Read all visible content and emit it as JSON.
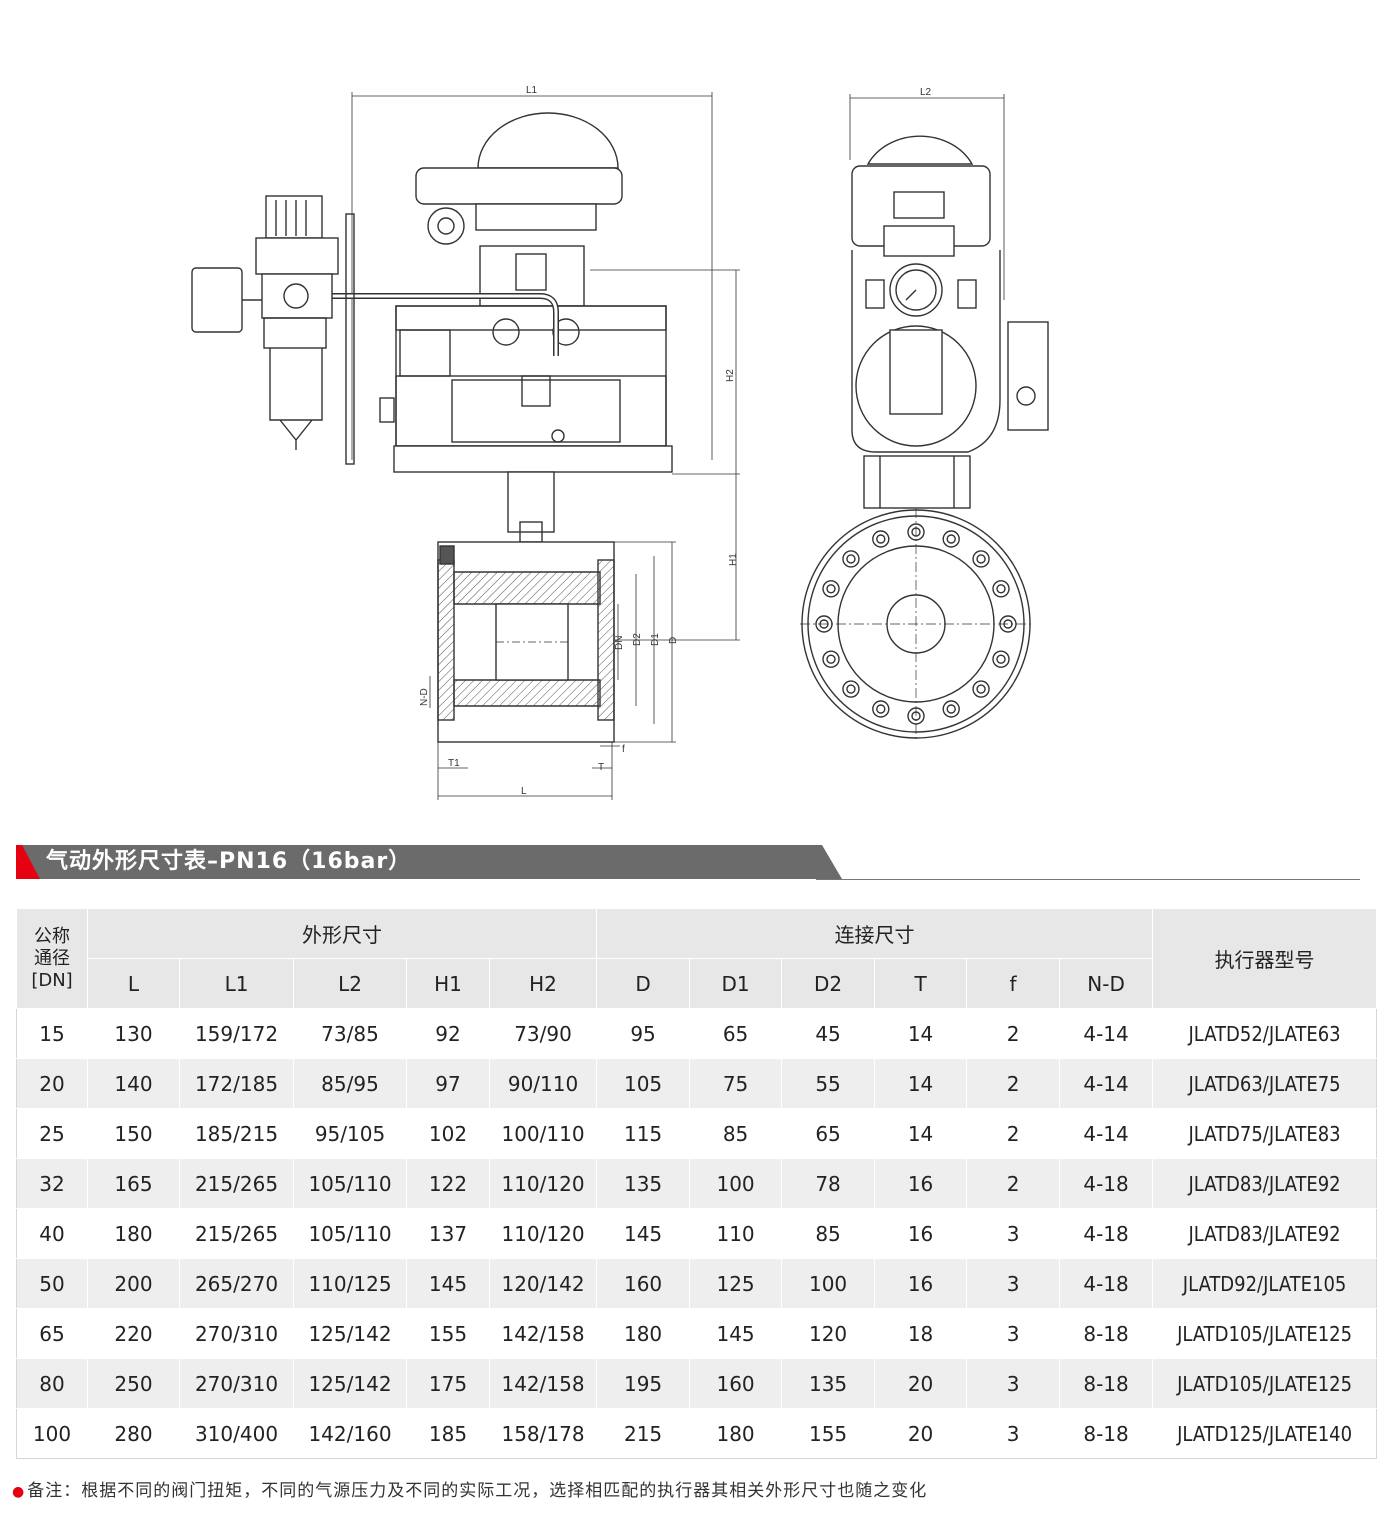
{
  "drawing": {
    "front_labels": {
      "L1": "L1",
      "H2": "H2",
      "H1": "H1",
      "DN": "DN",
      "D2": "D2",
      "D1": "D1",
      "D": "D",
      "ND": "N-D",
      "f": "f",
      "T1": "T1",
      "T": "T",
      "L": "L"
    },
    "side_labels": {
      "L2": "L2"
    }
  },
  "section_title": "气动外形尺寸表–PN16（16bar）",
  "table": {
    "header_dn": [
      "公称",
      "通径",
      "[DN]"
    ],
    "group_outline": "外形尺寸",
    "group_connection": "连接尺寸",
    "header_model": "执行器型号",
    "columns": [
      "L",
      "L1",
      "L2",
      "H1",
      "H2",
      "D",
      "D1",
      "D2",
      "T",
      "f",
      "N-D"
    ],
    "rows": [
      [
        "15",
        "130",
        "159/172",
        "73/85",
        "92",
        "73/90",
        "95",
        "65",
        "45",
        "14",
        "2",
        "4-14",
        "JLATD52/JLATE63"
      ],
      [
        "20",
        "140",
        "172/185",
        "85/95",
        "97",
        "90/110",
        "105",
        "75",
        "55",
        "14",
        "2",
        "4-14",
        "JLATD63/JLATE75"
      ],
      [
        "25",
        "150",
        "185/215",
        "95/105",
        "102",
        "100/110",
        "115",
        "85",
        "65",
        "14",
        "2",
        "4-14",
        "JLATD75/JLATE83"
      ],
      [
        "32",
        "165",
        "215/265",
        "105/110",
        "122",
        "110/120",
        "135",
        "100",
        "78",
        "16",
        "2",
        "4-18",
        "JLATD83/JLATE92"
      ],
      [
        "40",
        "180",
        "215/265",
        "105/110",
        "137",
        "110/120",
        "145",
        "110",
        "85",
        "16",
        "3",
        "4-18",
        "JLATD83/JLATE92"
      ],
      [
        "50",
        "200",
        "265/270",
        "110/125",
        "145",
        "120/142",
        "160",
        "125",
        "100",
        "16",
        "3",
        "4-18",
        "JLATD92/JLATE105"
      ],
      [
        "65",
        "220",
        "270/310",
        "125/142",
        "155",
        "142/158",
        "180",
        "145",
        "120",
        "18",
        "3",
        "8-18",
        "JLATD105/JLATE125"
      ],
      [
        "80",
        "250",
        "270/310",
        "125/142",
        "175",
        "142/158",
        "195",
        "160",
        "135",
        "20",
        "3",
        "8-18",
        "JLATD105/JLATE125"
      ],
      [
        "100",
        "280",
        "310/400",
        "142/160",
        "185",
        "158/178",
        "215",
        "180",
        "155",
        "20",
        "3",
        "8-18",
        "JLATD125/JLATE140"
      ]
    ]
  },
  "note": "备注：根据不同的阀门扭矩，不同的气源压力及不同的实际工况，选择相匹配的执行器其相关外形尺寸也随之变化",
  "colors": {
    "accent_red": "#e50012",
    "band_gray": "#6b6b6b",
    "header_bg": "#e7e7e7",
    "stripe_bg": "#eeeeee"
  }
}
